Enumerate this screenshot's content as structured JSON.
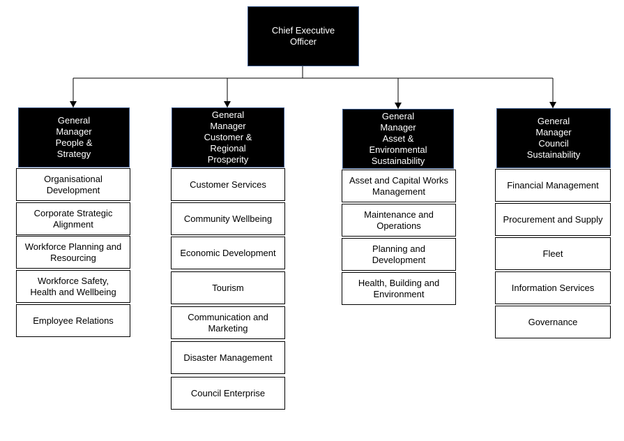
{
  "chart": {
    "ceo": "Chief Executive\nOfficer",
    "divisions": [
      {
        "title": "General\nManager\nPeople &\nStrategy",
        "units": [
          "Organisational\nDevelopment",
          "Corporate Strategic\nAlignment",
          "Workforce Planning and\nResourcing",
          "Workforce Safety,\nHealth and Wellbeing",
          "Employee Relations"
        ]
      },
      {
        "title": "General\nManager\nCustomer &\nRegional\nProsperity",
        "units": [
          "Customer Services",
          "Community Wellbeing",
          "Economic Development",
          "Tourism",
          "Communication and\nMarketing",
          "Disaster Management",
          "Council Enterprise"
        ]
      },
      {
        "title": "General\nManager\nAsset &\nEnvironmental\nSustainability",
        "units": [
          "Asset and Capital Works\nManagement",
          "Maintenance and\nOperations",
          "Planning and\nDevelopment",
          "Health, Building and\nEnvironment"
        ]
      },
      {
        "title": "General\nManager\nCouncil\nSustainability",
        "units": [
          "Financial Management",
          "Procurement and Supply",
          "Fleet",
          "Information Services",
          "Governance"
        ]
      }
    ]
  }
}
